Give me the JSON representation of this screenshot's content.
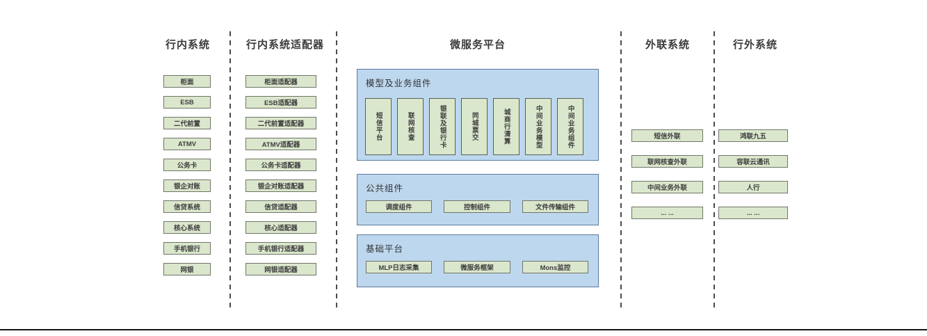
{
  "diagram": {
    "columns": {
      "inbank": {
        "title": "行内系统",
        "items": [
          "柜面",
          "ESB",
          "二代前置",
          "ATMV",
          "公务卡",
          "银企对账",
          "信贷系统",
          "核心系统",
          "手机银行",
          "网银"
        ]
      },
      "adapter": {
        "title": "行内系统适配器",
        "items": [
          "柜面适配器",
          "ESB适配器",
          "二代前置适配器",
          "ATMV适配器",
          "公务卡适配器",
          "银企对账适配器",
          "信贷适配器",
          "核心适配器",
          "手机银行适配器",
          "网银适配器"
        ]
      },
      "platform": {
        "title": "微服务平台",
        "sections": [
          {
            "label": "模型及业务组件",
            "items": [
              "短信平台",
              "联网核查",
              "银联及银行卡",
              "同城票交",
              "城商行清算",
              "中间业务模型",
              "中间业务组件"
            ]
          },
          {
            "label": "公共组件",
            "items": [
              "调度组件",
              "控制组件",
              "文件传输组件"
            ]
          },
          {
            "label": "基础平台",
            "items": [
              "MLP日志采集",
              "微服务框架",
              "Mons监控"
            ]
          }
        ]
      },
      "outreach": {
        "title": "外联系统",
        "items": [
          "短信外联",
          "联网核查外联",
          "中间业务外联",
          "... ..."
        ]
      },
      "external": {
        "title": "行外系统",
        "items": [
          "鸿联九五",
          "容联云通讯",
          "人行",
          "... ..."
        ]
      }
    },
    "colors": {
      "box_fill": "#dbe7cc",
      "box_border": "#6f7468",
      "panel_fill": "#bdd7ee",
      "panel_border": "#5a7a9d",
      "text": "#3d3d3d"
    }
  }
}
